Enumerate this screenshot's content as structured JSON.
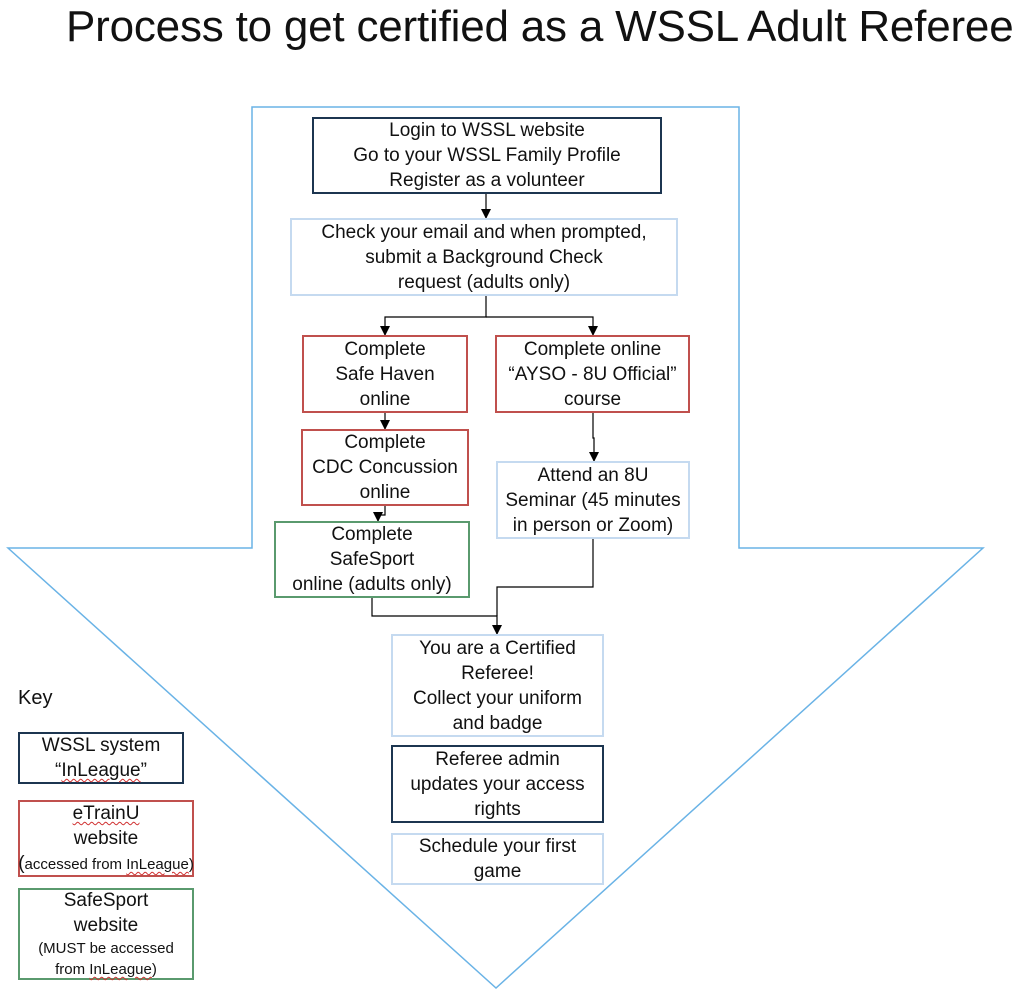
{
  "title": "Process to get certified as a WSSL Adult Referee",
  "steps": {
    "login": [
      "Login to WSSL website",
      "Go to your WSSL Family Profile",
      "Register as a volunteer"
    ],
    "background": [
      "Check your email and when prompted,",
      "submit a Background Check",
      "request (adults only)"
    ],
    "safe_haven": [
      "Complete",
      "Safe Haven",
      "online"
    ],
    "ayso": [
      "Complete online",
      "“AYSO - 8U Official”",
      "course"
    ],
    "cdc": [
      "Complete",
      "CDC Concussion",
      "online"
    ],
    "seminar": [
      "Attend an 8U",
      "Seminar (45 minutes",
      "in person or Zoom)"
    ],
    "safesport": [
      "Complete",
      "SafeSport",
      "online (adults only)"
    ],
    "certified": [
      "You are a Certified",
      "Referee!",
      "Collect your uniform",
      "and badge"
    ],
    "admin": [
      "Referee admin",
      "updates your access",
      "rights"
    ],
    "schedule": [
      "Schedule your first",
      "game"
    ]
  },
  "key": {
    "label": "Key",
    "wssl": [
      "WSSL system",
      "“",
      "InLeague",
      "”"
    ],
    "etrainu": [
      "eTrainU",
      "website",
      "(",
      "accessed from ",
      "InLeague",
      ")"
    ],
    "safesport": [
      "SafeSport",
      "website",
      "(MUST be accessed",
      "from ",
      "InLeague",
      ")"
    ]
  },
  "colors": {
    "wssl_border": "#1c3550",
    "etrainu_border": "#c0504d",
    "safesport_border": "#5a9a6e",
    "neutral_border": "#c5daf0",
    "arrow_outline": "#6ab3e6"
  }
}
